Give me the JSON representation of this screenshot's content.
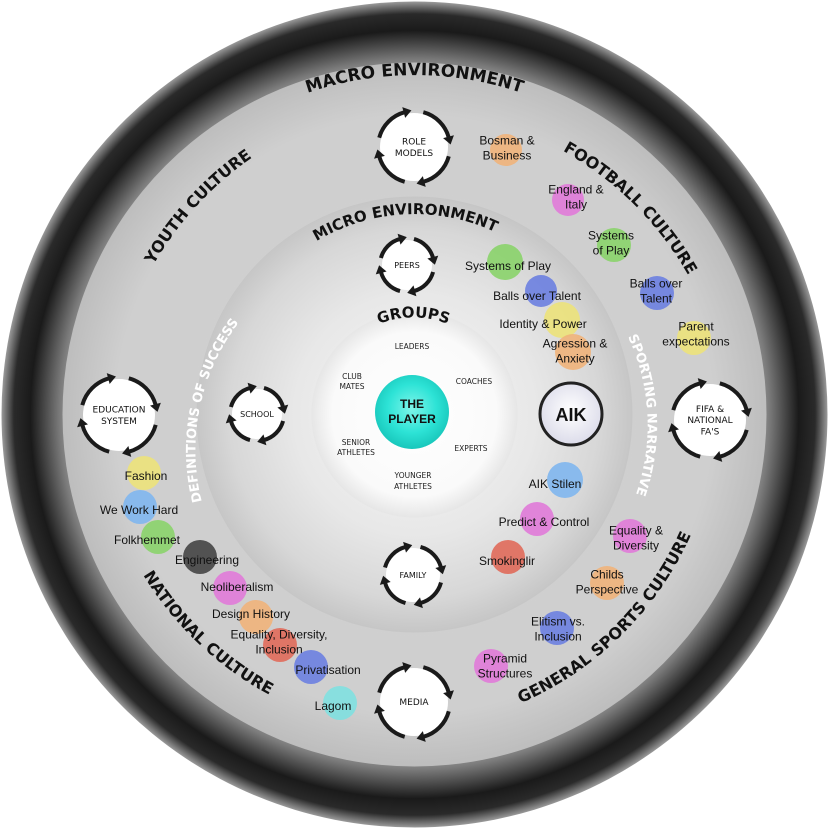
{
  "rings": {
    "macro": "MACRO ENVIRONMENT",
    "micro": "MICRO ENVIRONMENT",
    "groups": "GROUPS",
    "youth": "YOUTH CULTURE",
    "football": "FOOTBALL CULTURE",
    "definitions": "DEFINITIONS OF SUCCESS",
    "sporting": "SPORTING NARRATIVE",
    "national": "NATIONAL CULTURE",
    "general": "GENERAL SPORTS CULTURE"
  },
  "center": {
    "line1": "THE",
    "line2": "PLAYER",
    "color": "#2de3d6"
  },
  "groups": {
    "leaders": "LEADERS",
    "club1": "CLUB",
    "club2": "MATES",
    "coaches": "COACHES",
    "senior1": "SENIOR",
    "senior2": "ATHLETES",
    "experts": "EXPERTS",
    "younger1": "YOUNGER",
    "younger2": "ATHLETES"
  },
  "cycles": {
    "role_models": [
      "ROLE",
      "MODELS"
    ],
    "peers": [
      "PEERS"
    ],
    "school": [
      "SCHOOL"
    ],
    "family": [
      "FAMILY"
    ],
    "media": [
      "MEDIA"
    ],
    "education": [
      "EDUCATION",
      "SYSTEM"
    ],
    "fifa": [
      "FIFA &",
      "NATIONAL",
      "FA'S"
    ]
  },
  "aik": "AIK",
  "bubbles": [
    {
      "lines": [
        "Bosman &",
        "Business"
      ],
      "color": "#f0b27a"
    },
    {
      "lines": [
        "England &",
        "Italy"
      ],
      "color": "#e07ad8"
    },
    {
      "lines": [
        "Systems",
        "of Play"
      ],
      "color": "#8ad36a"
    },
    {
      "lines": [
        "Balls over",
        "Talent"
      ],
      "color": "#6b7fe0"
    },
    {
      "lines": [
        "Parent",
        "expectations"
      ],
      "color": "#ece27a"
    },
    {
      "lines": [
        "Systems of Play"
      ],
      "color": "#8ad36a"
    },
    {
      "lines": [
        "Balls over Talent"
      ],
      "color": "#6b7fe0"
    },
    {
      "lines": [
        "Identity & Power"
      ],
      "color": "#ece27a"
    },
    {
      "lines": [
        "Agression &",
        "Anxiety"
      ],
      "color": "#f0b27a"
    },
    {
      "lines": [
        "AIK Stilen"
      ],
      "color": "#7fb6ee"
    },
    {
      "lines": [
        "Predict & Control"
      ],
      "color": "#e07ad8"
    },
    {
      "lines": [
        "Smokinglir"
      ],
      "color": "#e06a5a"
    },
    {
      "lines": [
        "Equality &",
        "Diversity"
      ],
      "color": "#e07ad8"
    },
    {
      "lines": [
        "Childs",
        "Perspective"
      ],
      "color": "#f0b27a"
    },
    {
      "lines": [
        "Elitism vs.",
        "Inclusion"
      ],
      "color": "#6b7fe0"
    },
    {
      "lines": [
        "Pyramid",
        "Structures"
      ],
      "color": "#e07ad8"
    },
    {
      "lines": [
        "Fashion"
      ],
      "color": "#ece27a"
    },
    {
      "lines": [
        "We Work Hard"
      ],
      "color": "#7fb6ee"
    },
    {
      "lines": [
        "Folkhemmet"
      ],
      "color": "#8ad36a"
    },
    {
      "lines": [
        "Engineering"
      ],
      "color": "#444444"
    },
    {
      "lines": [
        "Neoliberalism"
      ],
      "color": "#e07ad8"
    },
    {
      "lines": [
        "Design History"
      ],
      "color": "#f0b27a"
    },
    {
      "lines": [
        "Equality, Diversity,",
        "Inclusion"
      ],
      "color": "#e06a5a"
    },
    {
      "lines": [
        "Privatisation"
      ],
      "color": "#6b7fe0"
    },
    {
      "lines": [
        "Lagom"
      ],
      "color": "#7fe0e0"
    }
  ]
}
